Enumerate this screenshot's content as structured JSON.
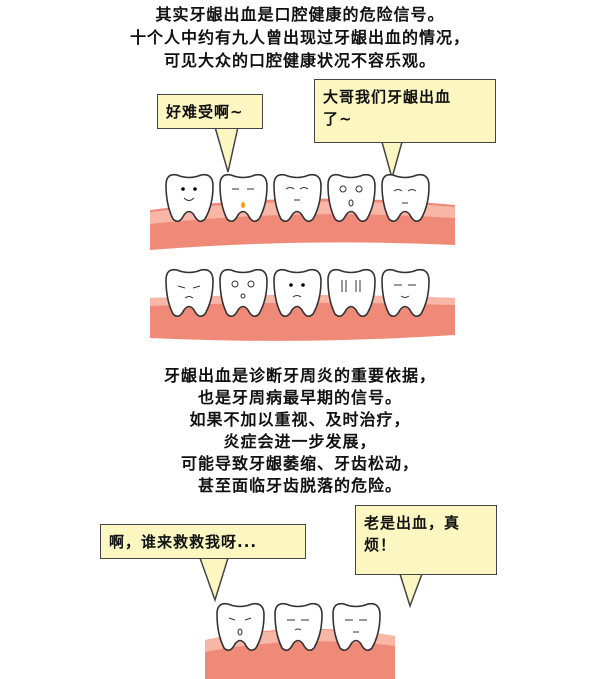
{
  "intro": {
    "lines": [
      "其实牙龈出血是口腔健康的危险信号。",
      "十个人中约有九人曾出现过牙龈出血的情况，",
      "可见大众的口腔健康状况不容乐观。"
    ]
  },
  "bubbles": {
    "b1": "好难受啊~",
    "b2_line1": "大哥我们牙龈出血",
    "b2_line2": "了~",
    "b3": "啊，谁来救救我呀...",
    "b4_line1": "老是出血，真",
    "b4_line2": "烦！"
  },
  "explain": {
    "lines": [
      "牙龈出血是诊断牙周炎的重要依据，",
      "也是牙周病最早期的信号。",
      "如果不加以重视、及时治疗，",
      "炎症会进一步发展，",
      "可能导致牙龈萎缩、牙齿松动，",
      "甚至面临牙齿脱落的危险。"
    ]
  },
  "colors": {
    "bubble": "#fcf7c0",
    "gum": "#f08a78",
    "gum_light": "#f7b6a6"
  }
}
